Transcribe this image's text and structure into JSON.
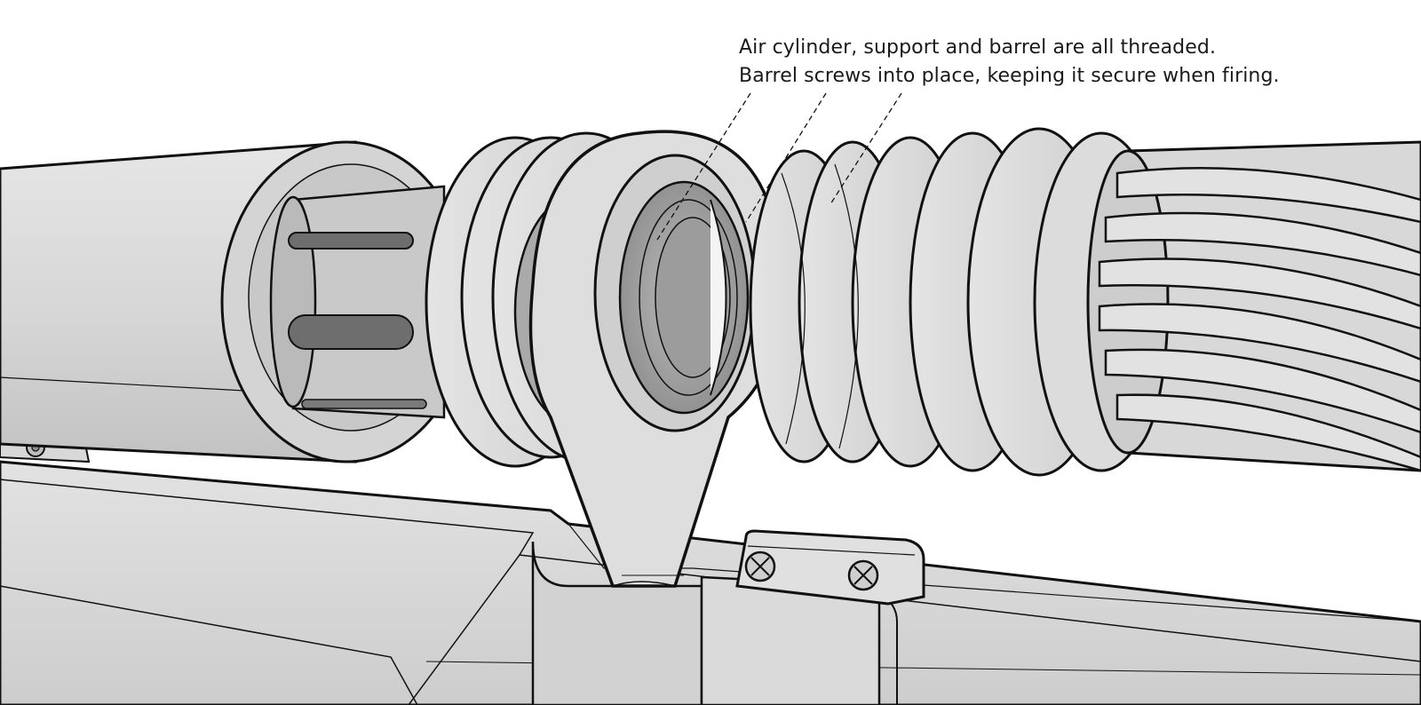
{
  "caption": {
    "line1": "Air cylinder, support and barrel are all threaded.",
    "line2": "Barrel screws into place, keeping it secure when firing."
  },
  "colors": {
    "background": "#ffffff",
    "part_fill": "#dcdcdc",
    "part_light": "#ebebeb",
    "part_dark": "#a8a8a8",
    "interior": "#8c8c8c",
    "outline": "#111111",
    "text": "#1a1a1a"
  },
  "parts": [
    "air-cylinder",
    "support-mount",
    "threaded-barrel-end",
    "rifled-barrel",
    "stock-body",
    "clamp-block",
    "screw-head"
  ]
}
